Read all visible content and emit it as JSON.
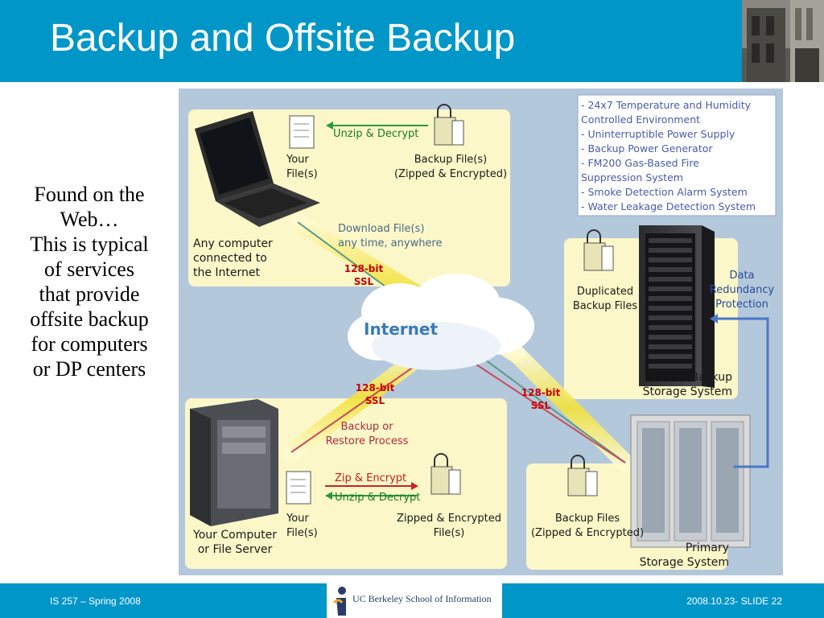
{
  "slide": {
    "title": "Backup and Offsite Backup",
    "body_lines": [
      "Found on the",
      "Web…",
      "This is typical",
      "of services",
      "that provide",
      "offsite backup",
      "for computers",
      "or DP centers"
    ]
  },
  "diagram": {
    "features": [
      "- 24x7 Temperature and Humidity",
      "  Controlled Environment",
      "- Uninterruptible Power Supply",
      "- Backup Power Generator",
      "- FM200 Gas-Based Fire",
      "  Suppression System",
      "- Smoke Detection Alarm System",
      "- Water Leakage Detection System"
    ],
    "top_left": {
      "unzip_label": "Unzip & Decrypt",
      "your_files_1": "Your",
      "your_files_2": "File(s)",
      "backup_files_1": "Backup File(s)",
      "backup_files_2": "(Zipped & Encrypted)",
      "computer_1": "Any computer",
      "computer_2": "connected to",
      "computer_3": "the Internet"
    },
    "download_1": "Download File(s)",
    "download_2": "any time, anywhere",
    "ssl_top_1": "128-bit",
    "ssl_top_2": "SSL",
    "ssl_mid_1": "128-bit",
    "ssl_mid_2": "SSL",
    "ssl_right_1": "128-bit",
    "ssl_right_2": "SSL",
    "internet_label": "Internet",
    "process_1": "Backup or",
    "process_2": "Restore Process",
    "duplicated_1": "Duplicated",
    "duplicated_2": "Backup Files",
    "redundancy_1": "Data",
    "redundancy_2": "Redundancy",
    "redundancy_3": "Protection",
    "backup_storage_1": "Backup",
    "backup_storage_2": "Storage System",
    "bottom_left": {
      "zip_label": "Zip & Encrypt",
      "unzip_label": "Unzip & Decrypt",
      "your_files_1": "Your",
      "your_files_2": "File(s)",
      "zipped_1": "Zipped & Encrypted",
      "zipped_2": "File(s)",
      "server_1": "Your Computer",
      "server_2": "or File Server"
    },
    "bottom_right": {
      "backup_files_1": "Backup Files",
      "backup_files_2": "(Zipped & Encrypted)",
      "primary_1": "Primary",
      "primary_2": "Storage System"
    }
  },
  "footer": {
    "left": "IS 257 – Spring 2008",
    "logo_text": "UC Berkeley School of Information",
    "right": "2008.10.23- SLIDE 22"
  },
  "colors": {
    "brand_blue": "#0096c8",
    "diagram_bg": "#b4c8dc",
    "panel_yellow": "#fbf7c8",
    "ssl_red": "#cc0000"
  }
}
